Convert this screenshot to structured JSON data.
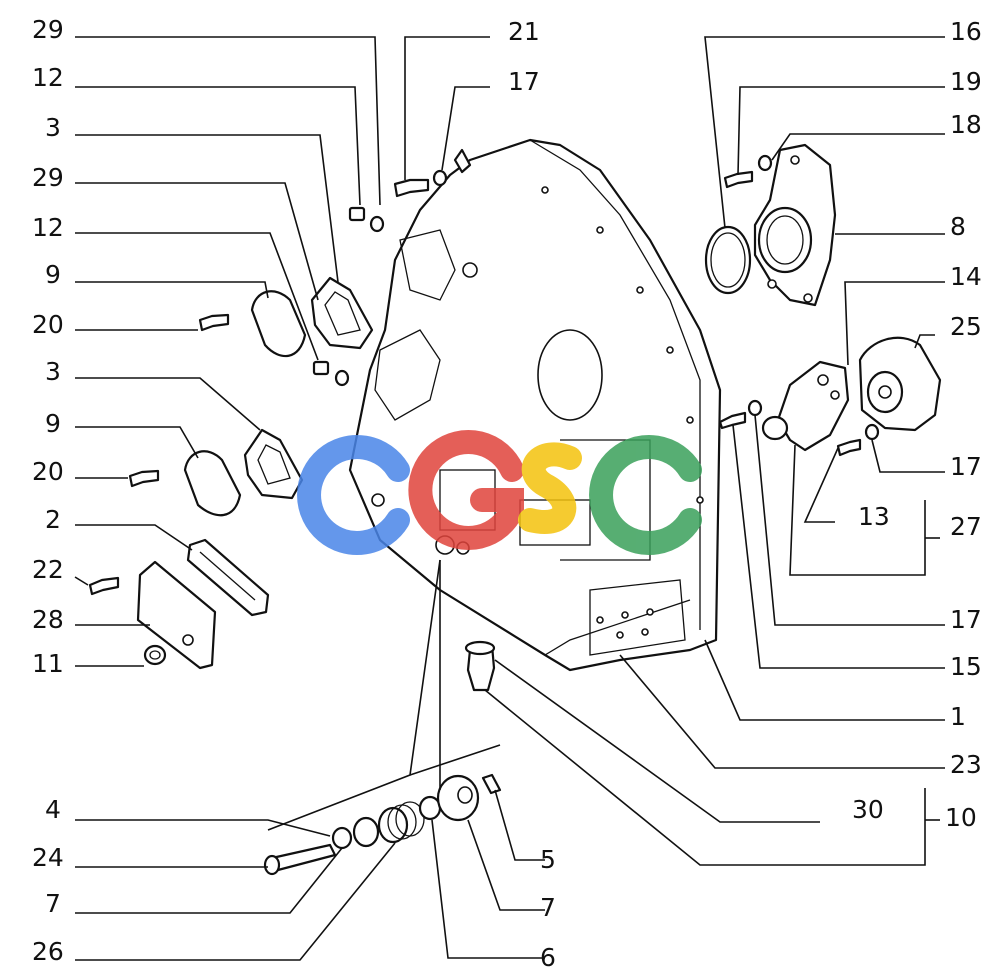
{
  "diagram": {
    "callouts_left": [
      "29",
      "12",
      "3",
      "29",
      "12",
      "9",
      "20",
      "3",
      "9",
      "20",
      "2",
      "22",
      "28",
      "11",
      "4",
      "24",
      "7",
      "26"
    ],
    "callouts_top": [
      "21",
      "17"
    ],
    "callouts_right": [
      "16",
      "19",
      "18",
      "8",
      "14",
      "25",
      "17",
      "13",
      "27",
      "17",
      "15",
      "1",
      "23",
      "30",
      "10"
    ],
    "callouts_bottom": [
      "5",
      "7",
      "6"
    ]
  },
  "watermark": {
    "letters": [
      "C",
      "G",
      "S",
      "C"
    ],
    "colors": [
      "#4a86e8",
      "#e0443c",
      "#f4c20d",
      "#3aa05a"
    ]
  }
}
